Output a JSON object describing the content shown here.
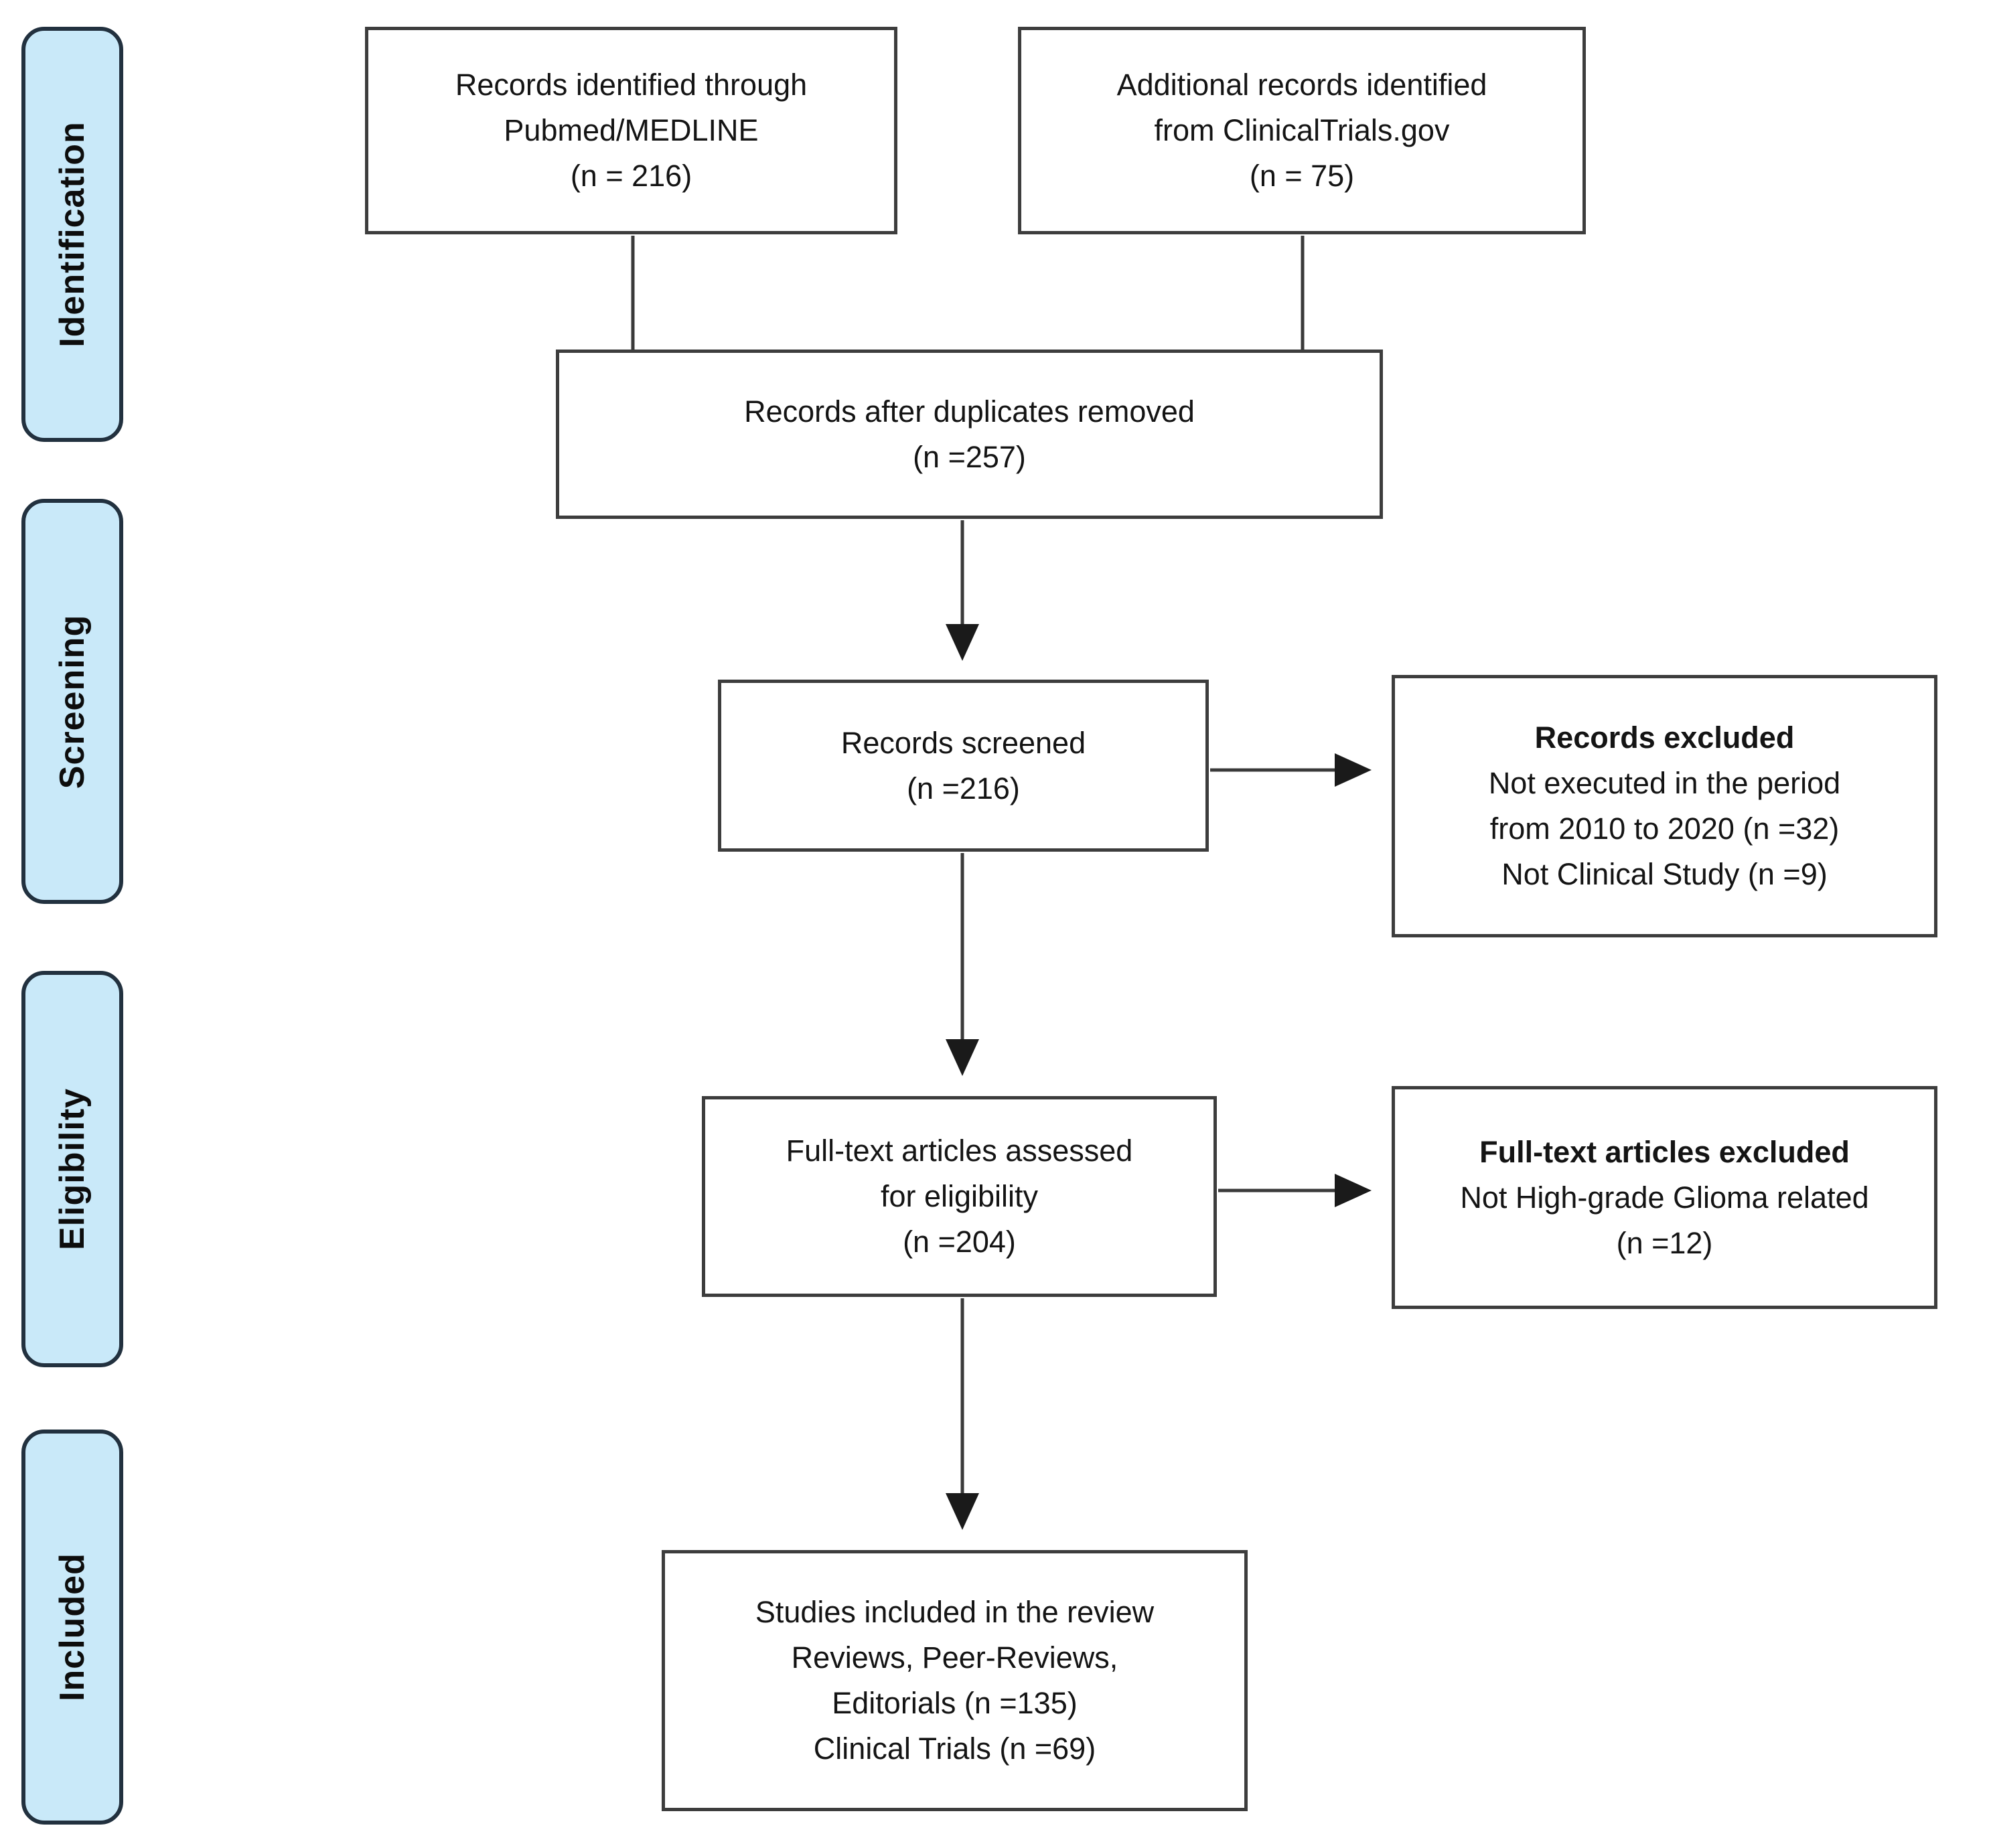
{
  "diagram": {
    "type": "prisma-flowchart",
    "stages": [
      {
        "label": "Identification"
      },
      {
        "label": "Screening"
      },
      {
        "label": "Eligibility"
      },
      {
        "label": "Included"
      }
    ],
    "boxes": {
      "pubmed": {
        "lines": [
          "Records identified through",
          "Pubmed/MEDLINE",
          "(n = 216)"
        ]
      },
      "clinicaltrials": {
        "lines": [
          "Additional records identified",
          "from ClinicalTrials.gov",
          "(n = 75)"
        ]
      },
      "dedup": {
        "lines": [
          "Records after duplicates removed",
          "(n =257)"
        ]
      },
      "screened": {
        "lines": [
          "Records screened",
          "(n =216)"
        ]
      },
      "records_excluded": {
        "title": "Records excluded",
        "lines": [
          "Not executed in the period",
          "from 2010 to 2020 (n =32)",
          "Not Clinical Study (n =9)"
        ]
      },
      "fulltext": {
        "lines": [
          "Full-text articles assessed",
          "for eligibility",
          "(n =204)"
        ]
      },
      "fulltext_excluded": {
        "title": "Full-text articles excluded",
        "lines": [
          "Not High-grade Glioma related",
          "(n =12)"
        ]
      },
      "included": {
        "lines": [
          "Studies included in the review",
          "Reviews, Peer-Reviews,",
          "Editorials (n =135)",
          "Clinical Trials (n =69)"
        ]
      }
    },
    "colors": {
      "stage_fill": "#c9e9f9",
      "stage_border": "#22313f",
      "box_border": "#3d3d3d",
      "connector": "#3a3a3a",
      "arrowhead": "#1a1a1a",
      "text": "#141414",
      "background": "#ffffff"
    }
  }
}
